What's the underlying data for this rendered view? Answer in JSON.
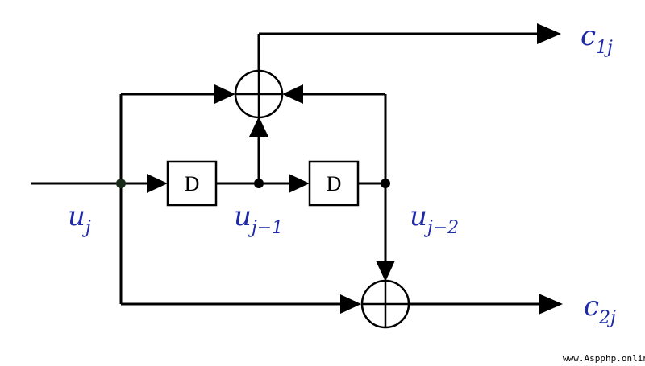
{
  "delay_label": "D",
  "labels": {
    "input": {
      "base": "u",
      "sub": "j"
    },
    "tap1": {
      "base": "u",
      "sub": "j−1"
    },
    "tap2": {
      "base": "u",
      "sub": "j−2"
    },
    "out1": {
      "base": "c",
      "sub": "1j"
    },
    "out2": {
      "base": "c",
      "sub": "2j"
    }
  },
  "watermark": "www.Aspphp.online",
  "colors": {
    "label": "#1f2aa8",
    "line": "#000000"
  }
}
